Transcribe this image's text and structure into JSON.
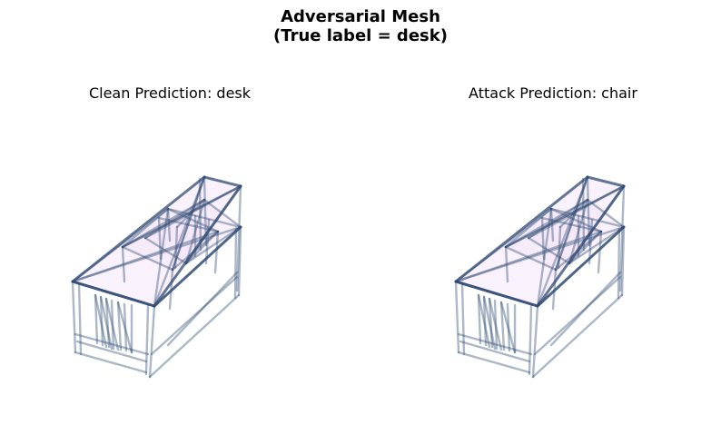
{
  "figure": {
    "title_line1": "Adversarial Mesh",
    "title_line2": "(True label = desk)"
  },
  "panels": [
    {
      "title": "Clean Prediction: desk"
    },
    {
      "title": "Attack Prediction: chair"
    }
  ],
  "colors": {
    "edge": "#2f4a74",
    "face": "#f4e6f7"
  }
}
